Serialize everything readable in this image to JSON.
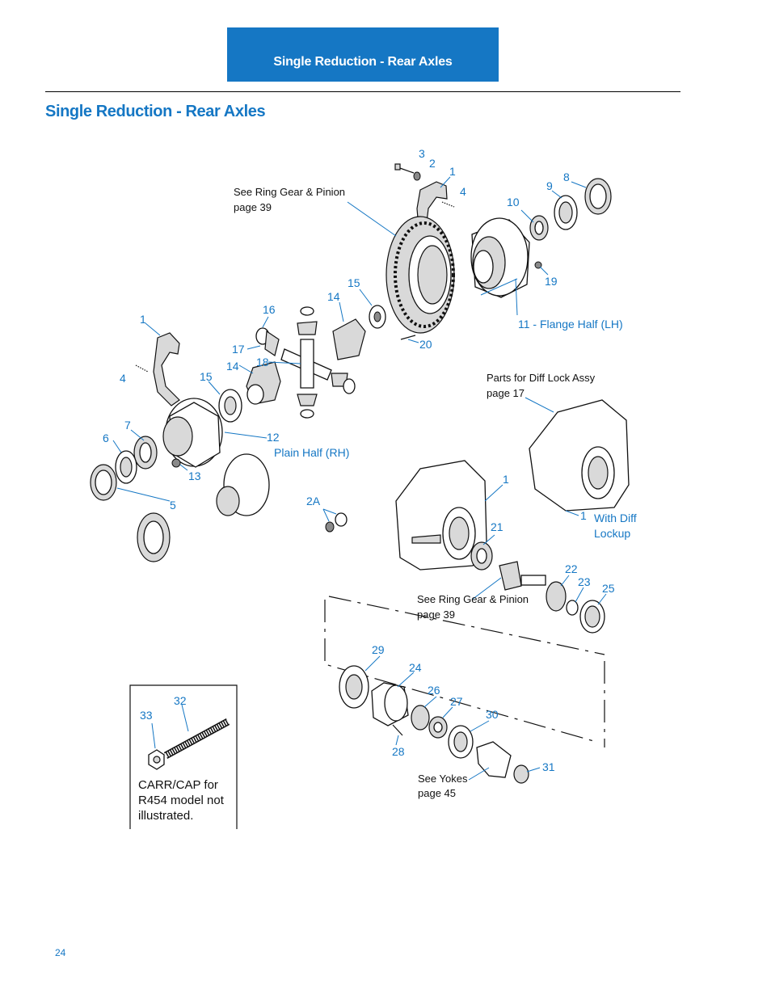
{
  "header": {
    "banner_title": "Single Reduction - Rear Axles"
  },
  "page": {
    "title": "Single Reduction - Rear Axles",
    "number": "24"
  },
  "notes": {
    "ring_gear_top": [
      "See Ring Gear & Pinion",
      "page 39"
    ],
    "ring_gear_bottom": [
      "See Ring Gear & Pinion",
      "page 39"
    ],
    "diff_lock": [
      "Parts  for  Diff  Lock  Assy",
      "page 17"
    ],
    "yokes": [
      "See Yokes",
      "page 45"
    ],
    "carr_cap": [
      "CARR/CAP for",
      "R454 model not",
      "illustrated."
    ]
  },
  "callouts": {
    "c3": "3",
    "c2": "2",
    "c1a": "1",
    "c4a": "4",
    "c8": "8",
    "c9": "9",
    "c10": "10",
    "c19": "19",
    "c11": "11 - Flange Half (LH)",
    "c15a": "15",
    "c14a": "14",
    "c16": "16",
    "c17": "17",
    "c18": "18",
    "c20": "20",
    "c1b": "1",
    "c4b": "4",
    "c15b": "15",
    "c14b": "14",
    "c7": "7",
    "c6": "6",
    "c13": "13",
    "c5": "5",
    "c12": "12",
    "plain_half": "Plain Half (RH)",
    "c2A": "2A",
    "c1c": "1",
    "c1d": "1",
    "with_diff_1": "With Diff",
    "with_diff_2": "Lockup",
    "c21": "21",
    "c22": "22",
    "c23": "23",
    "c25": "25",
    "c29": "29",
    "c24": "24",
    "c26": "26",
    "c27": "27",
    "c30": "30",
    "c28": "28",
    "c31": "31",
    "c32": "32",
    "c33": "33"
  }
}
